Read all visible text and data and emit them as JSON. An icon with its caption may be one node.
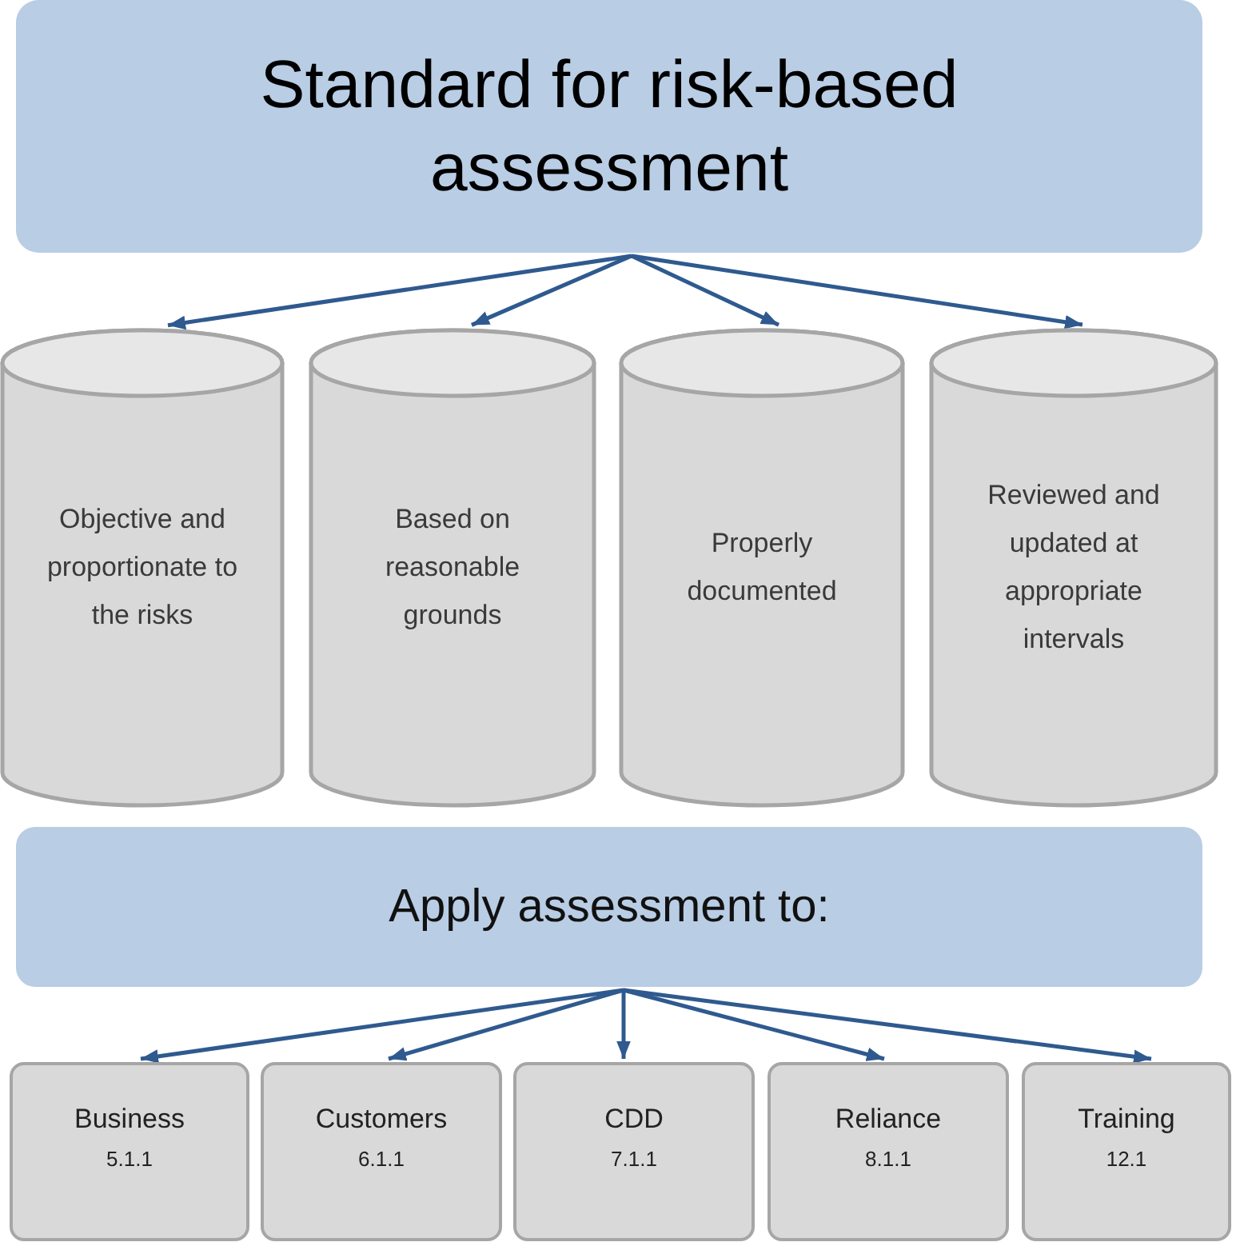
{
  "diagram": {
    "nodes": [
      {
        "text": [
          "Standard for risk-based assessment"
        ]
      },
      {
        "text": [
          "Objective and proportionate to the risks"
        ]
      },
      {
        "text": [
          "Based on reasonable grounds"
        ]
      },
      {
        "text": [
          "Properly documented"
        ]
      },
      {
        "text": [
          "Reviewed and updated at appropriate intervals"
        ]
      },
      {
        "text": [
          "Apply assessment to:"
        ]
      },
      {
        "text": [
          "Business",
          "5.1.1"
        ]
      },
      {
        "text": [
          "Customers",
          "6.1.1"
        ]
      },
      {
        "text": [
          "CDD",
          "7.1.1"
        ]
      },
      {
        "text": [
          "Reliance",
          "8.1.1"
        ]
      },
      {
        "text": [
          "Training",
          "12.1"
        ]
      }
    ],
    "edges": [
      {
        "from": 0,
        "to": 1,
        "arrow": "to"
      },
      {
        "from": 0,
        "to": 2,
        "arrow": "to"
      },
      {
        "from": 0,
        "to": 3,
        "arrow": "to"
      },
      {
        "from": 0,
        "to": 4,
        "arrow": "to"
      },
      {
        "from": 5,
        "to": 6,
        "arrow": "to"
      },
      {
        "from": 5,
        "to": 7,
        "arrow": "to"
      },
      {
        "from": 5,
        "to": 8,
        "arrow": "to"
      },
      {
        "from": 5,
        "to": 9,
        "arrow": "to"
      },
      {
        "from": 5,
        "to": 10,
        "arrow": "to"
      }
    ]
  }
}
